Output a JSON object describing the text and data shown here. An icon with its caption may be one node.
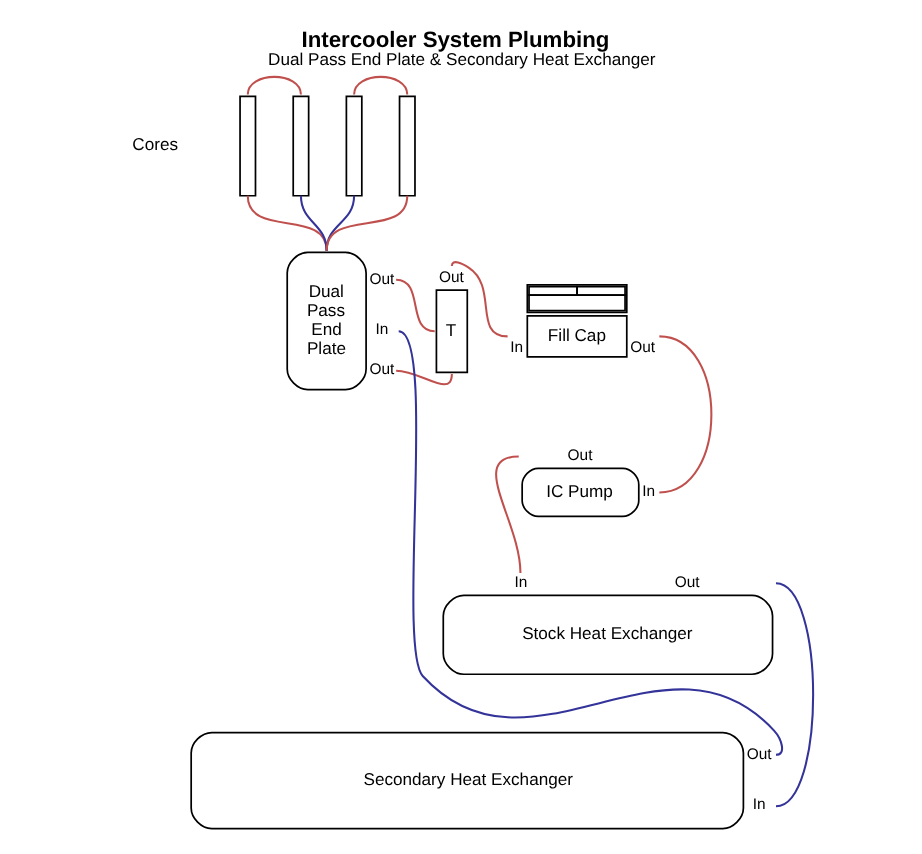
{
  "diagram": {
    "title": "Intercooler System Plumbing",
    "caption": "Dual Pass End Plate & Secondary Heat Exchanger",
    "nodes": [
      {
        "text": [],
        "shape": "bar"
      },
      {
        "text": [],
        "shape": "bar"
      },
      {
        "text": [],
        "shape": "bar"
      },
      {
        "text": [],
        "shape": "bar"
      },
      {
        "text": [
          "Dual Pass End Plate"
        ],
        "beside": [
          "Out",
          "In",
          "Out"
        ]
      },
      {
        "text": [
          "T"
        ],
        "beside": [
          "Out"
        ]
      },
      {
        "text": [
          "Fill Cap"
        ],
        "beside": [
          "In",
          "Out"
        ]
      },
      {
        "text": [
          "IC Pump"
        ],
        "beside": [
          "Out",
          "In"
        ]
      },
      {
        "text": [
          "Stock Heat Exchanger"
        ],
        "beside": [
          "In",
          "Out"
        ]
      },
      {
        "text": [
          "Secondary Heat Exchanger"
        ],
        "beside": [
          "Out",
          "In"
        ]
      }
    ],
    "edges": [
      {
        "from": 0,
        "to": 1,
        "arrow": "none"
      },
      {
        "from": 2,
        "to": 3,
        "arrow": "none"
      },
      {
        "from": 0,
        "to": 4,
        "arrow": "none"
      },
      {
        "from": 1,
        "to": 4,
        "arrow": "none",
        "color": "#333399"
      },
      {
        "from": 2,
        "to": 4,
        "arrow": "none",
        "color": "#333399"
      },
      {
        "from": 3,
        "to": 4,
        "arrow": "none"
      },
      {
        "from": 4,
        "to": 5,
        "arrow": "none"
      },
      {
        "from": 4,
        "to": 5,
        "arrow": "none"
      },
      {
        "from": 5,
        "to": 6,
        "arrow": "none"
      },
      {
        "from": 6,
        "to": 7,
        "arrow": "none"
      },
      {
        "from": 7,
        "to": 8,
        "arrow": "none"
      },
      {
        "from": 8,
        "to": 9,
        "arrow": "none",
        "color": "#333399"
      },
      {
        "from": 9,
        "to": 4,
        "arrow": "none",
        "color": "#333399"
      }
    ],
    "labels": [
      "Cores"
    ]
  }
}
